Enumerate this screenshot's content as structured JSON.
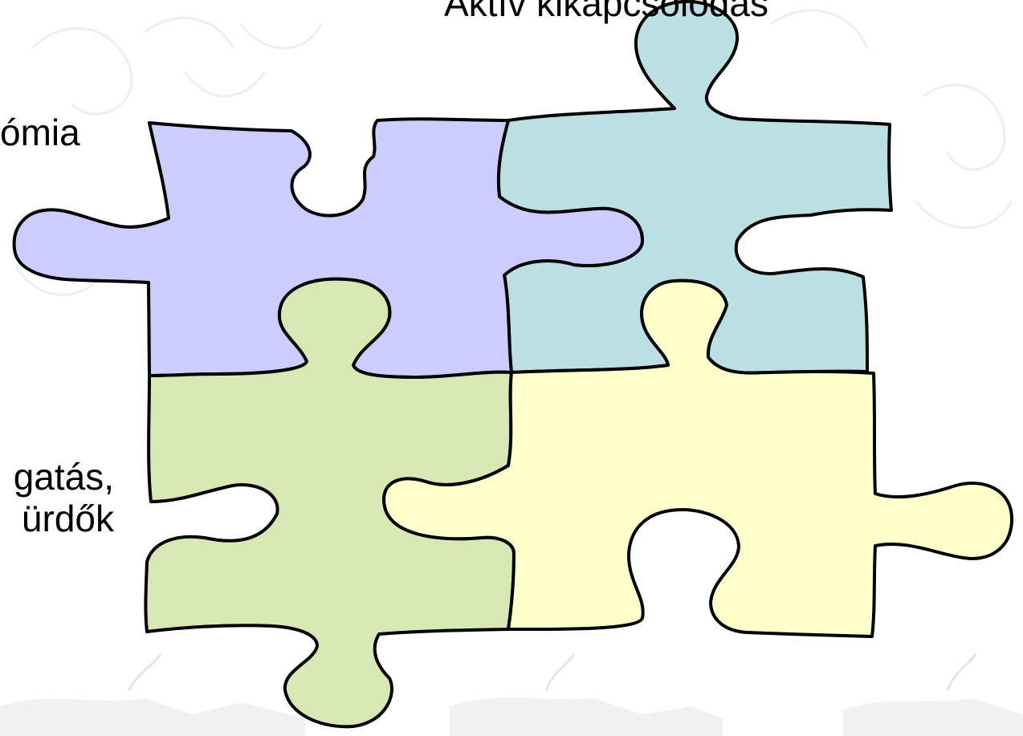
{
  "labels": {
    "top": "Aktív kikapcsolódás",
    "left_middle": "ómia",
    "left_bottom_line1": "gatás,",
    "left_bottom_line2": "ürdők"
  },
  "pieces": {
    "purple": {
      "color": "#CCCCFF"
    },
    "teal": {
      "color": "#BBDFE3"
    },
    "green": {
      "color": "#D8E8B5"
    },
    "yellow": {
      "color": "#FFFFCC"
    }
  },
  "background": {
    "color": "#FFFFFF",
    "ornament_color": "#EDEDED"
  }
}
